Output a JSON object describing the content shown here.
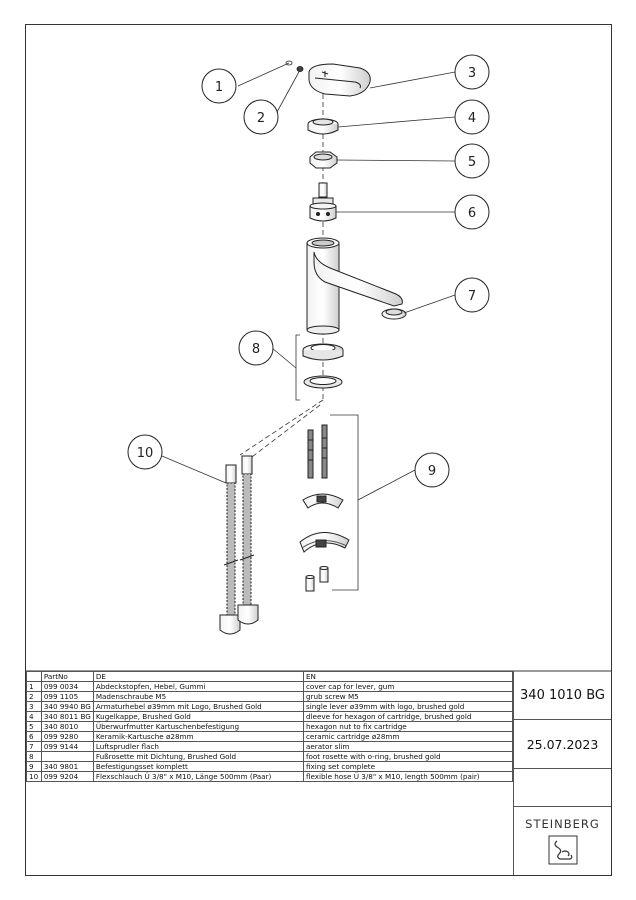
{
  "drawing": {
    "callouts": [
      "1",
      "2",
      "3",
      "4",
      "5",
      "6",
      "7",
      "8",
      "9",
      "10"
    ]
  },
  "table": {
    "headers": {
      "pos": "",
      "part_no": "PartNo",
      "de": "DE",
      "en": "EN"
    },
    "rows": [
      {
        "pos": "1",
        "part_no": "099 0034",
        "de": "Abdeckstopfen, Hebel, Gummi",
        "en": "cover cap for lever, gum"
      },
      {
        "pos": "2",
        "part_no": "099 1105",
        "de": "Madenschraube M5",
        "en": "grub screw M5"
      },
      {
        "pos": "3",
        "part_no": "340 9940 BG",
        "de": "Armaturhebel ø39mm mit Logo, Brushed Gold",
        "en": "single lever ø39mm with logo, brushed gold"
      },
      {
        "pos": "4",
        "part_no": "340 8011 BG",
        "de": "Kugelkappe, Brushed Gold",
        "en": "dleeve for hexagon of cartridge, brushed gold"
      },
      {
        "pos": "5",
        "part_no": "340 8010",
        "de": "Überwurfmutter Kartuschenbefestigung",
        "en": "hexagon nut to fix cartridge"
      },
      {
        "pos": "6",
        "part_no": "099 9280",
        "de": "Keramik-Kartusche ø28mm",
        "en": "ceramic cartridge ø28mm"
      },
      {
        "pos": "7",
        "part_no": "099 9144",
        "de": "Luftsprudler flach",
        "en": "aerator slim"
      },
      {
        "pos": "8",
        "part_no": "",
        "de": "Fußrosette mit Dichtung, Brushed Gold",
        "en": "foot rosette with o-ring, brushed gold"
      },
      {
        "pos": "9",
        "part_no": "340 9801",
        "de": "Befestigungsset komplett",
        "en": "fixing set complete"
      },
      {
        "pos": "10",
        "part_no": "099 9204",
        "de": "Flexschlauch Ü 3/8\" x M10, Länge 500mm (Paar)",
        "en": "flexible hose Ü 3/8\" x M10, length 500mm (pair)"
      }
    ]
  },
  "title_block": {
    "article_no": "340 1010 BG",
    "date": "25.07.2023",
    "brand": "STEINBERG"
  }
}
